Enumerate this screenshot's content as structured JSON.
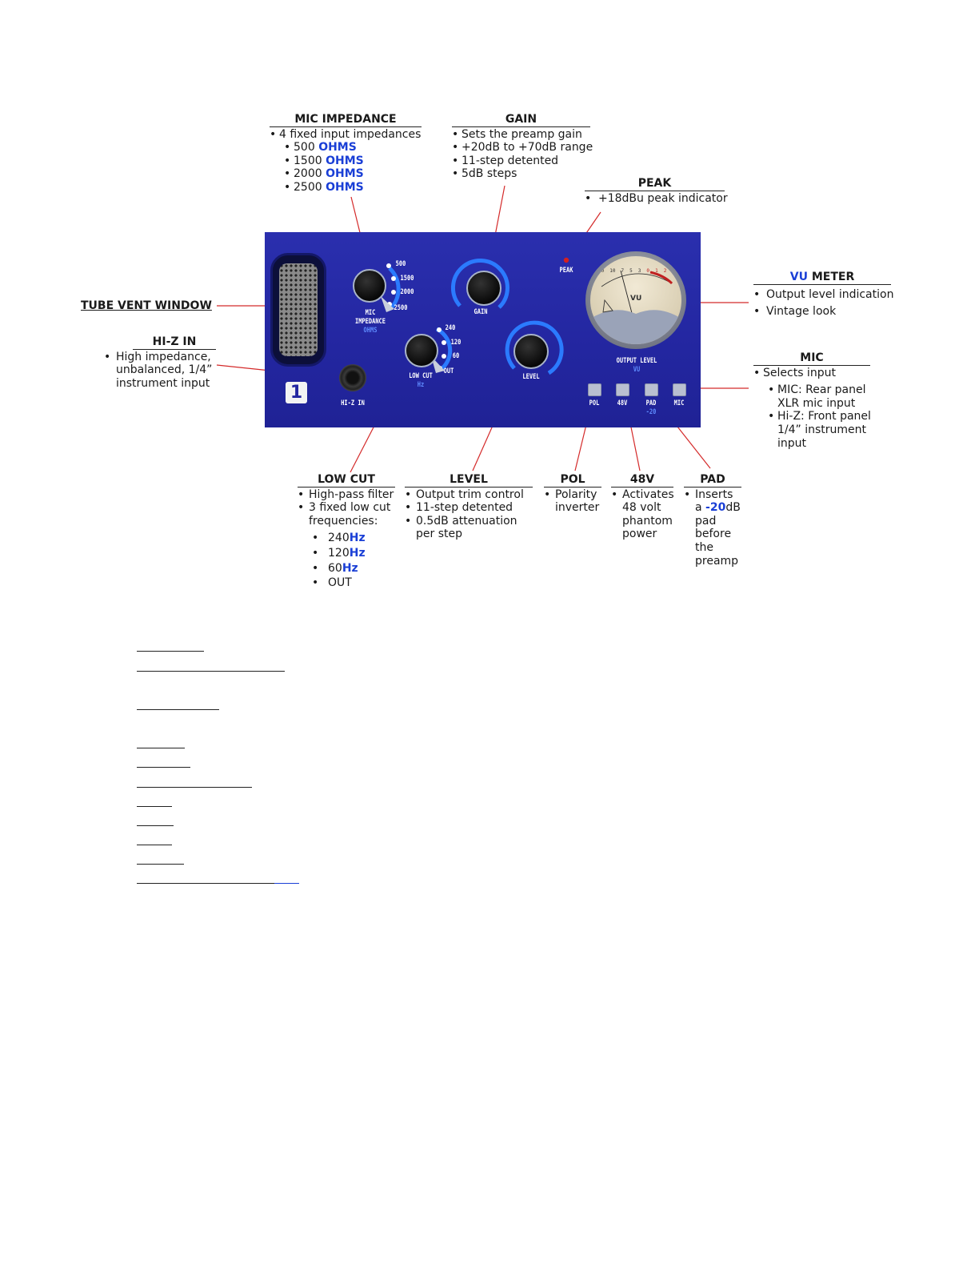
{
  "annotations": {
    "mic_impedance": {
      "title": "MIC IMPEDANCE",
      "intro": "4 fixed input impedances",
      "items": [
        {
          "value": "500",
          "unit": "OHMS"
        },
        {
          "value": "1500",
          "unit": "OHMS"
        },
        {
          "value": "2000",
          "unit": "OHMS"
        },
        {
          "value": "2500",
          "unit": "OHMS"
        }
      ]
    },
    "gain": {
      "title": "GAIN",
      "items": [
        "Sets the preamp gain",
        "+20dB to +70dB range",
        "11-step detented",
        "5dB steps"
      ]
    },
    "peak": {
      "title": "PEAK",
      "items": [
        "+18dBu peak indicator"
      ]
    },
    "vu_meter": {
      "title_blue": "VU",
      "title_rest": " METER",
      "items": [
        "Output level indication",
        "Vintage look"
      ]
    },
    "tube_vent": {
      "title": "TUBE VENT WINDOW"
    },
    "hi_z_in": {
      "title": "HI-Z IN",
      "lines": [
        "High impedance,",
        "unbalanced, 1/4”",
        "instrument input"
      ]
    },
    "mic": {
      "title": "MIC",
      "intro": "Selects input",
      "items": [
        [
          "MIC: Rear panel",
          "XLR mic input"
        ],
        [
          "Hi-Z: Front panel",
          "1/4” instrument",
          "input"
        ]
      ]
    },
    "low_cut": {
      "title": "LOW CUT",
      "items": [
        "High-pass filter",
        "3 fixed low cut"
      ],
      "cont": "frequencies:",
      "freqs": [
        {
          "value": "240",
          "unit": "Hz"
        },
        {
          "value": "120",
          "unit": "Hz"
        },
        {
          "value": "60",
          "unit": "Hz"
        },
        {
          "value": "OUT",
          "unit": ""
        }
      ]
    },
    "level": {
      "title": "LEVEL",
      "items": [
        "Output trim control",
        "11-step detented",
        "0.5dB attenuation"
      ],
      "cont": "per step"
    },
    "pol": {
      "title": "POL",
      "lines": [
        "Polarity",
        "inverter"
      ]
    },
    "v48": {
      "title": "48V",
      "lines": [
        "Activates",
        "48 volt",
        "phantom",
        "power"
      ]
    },
    "pad": {
      "title": "PAD",
      "line1_pre": "Inserts",
      "line2_pre": "a ",
      "line2_blue": "-20",
      "line2_post": "dB",
      "lines": [
        "pad",
        "before",
        "the",
        "preamp"
      ]
    }
  },
  "panel": {
    "badge": "1",
    "mic_impedance": {
      "label": "MIC\nIMPEDANCE",
      "sub": "OHMS",
      "positions": [
        "500",
        "1500",
        "2000",
        "2500"
      ]
    },
    "gain": {
      "label": "GAIN"
    },
    "low_cut": {
      "label": "LOW CUT",
      "sub": "Hz",
      "positions": [
        "240",
        "120",
        "60",
        "OUT"
      ]
    },
    "level": {
      "label": "LEVEL"
    },
    "peak": {
      "label": "PEAK"
    },
    "hi_z_in": {
      "label": "HI-Z IN"
    },
    "output_level": {
      "label": "OUTPUT LEVEL",
      "sub": "VU"
    },
    "meter_face": {
      "label": "VU",
      "scale": [
        "20",
        "10",
        "7",
        "5",
        "3",
        "0",
        "1",
        "2",
        "3"
      ]
    },
    "switches": [
      {
        "label": "POL",
        "sub": ""
      },
      {
        "label": "48V",
        "sub": ""
      },
      {
        "label": "PAD",
        "sub": "-20"
      },
      {
        "label": "MIC",
        "sub": ""
      }
    ]
  },
  "colors": {
    "panel": "#2326a0",
    "accent_blue": "#1a3fd6",
    "arc_blue": "#2b7bff",
    "leader_red": "#d42a2a",
    "peak_led": "#d42020"
  }
}
